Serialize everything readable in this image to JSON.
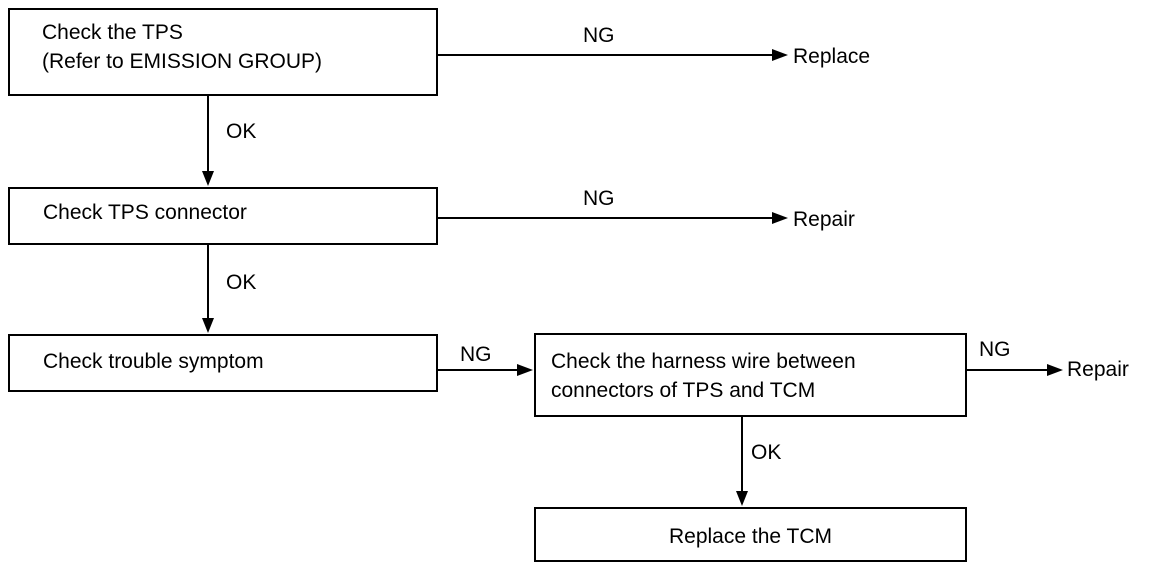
{
  "steps": {
    "check_tps": {
      "line1": "Check the TPS",
      "line2": "(Refer to EMISSION GROUP)"
    },
    "check_tps_connector": {
      "line1": "Check TPS connector"
    },
    "check_trouble_symptom": {
      "line1": "Check trouble symptom"
    },
    "check_harness": {
      "line1": "Check the harness wire between",
      "line2": "connectors of TPS and TCM"
    },
    "replace_tcm": {
      "line1": "Replace the TCM"
    }
  },
  "outcomes": {
    "replace": "Replace",
    "repair_1": "Repair",
    "repair_2": "Repair"
  },
  "edge_labels": {
    "ng_1": "NG",
    "ng_2": "NG",
    "ng_3": "NG",
    "ng_4": "NG",
    "ok_1": "OK",
    "ok_2": "OK",
    "ok_3": "OK"
  }
}
